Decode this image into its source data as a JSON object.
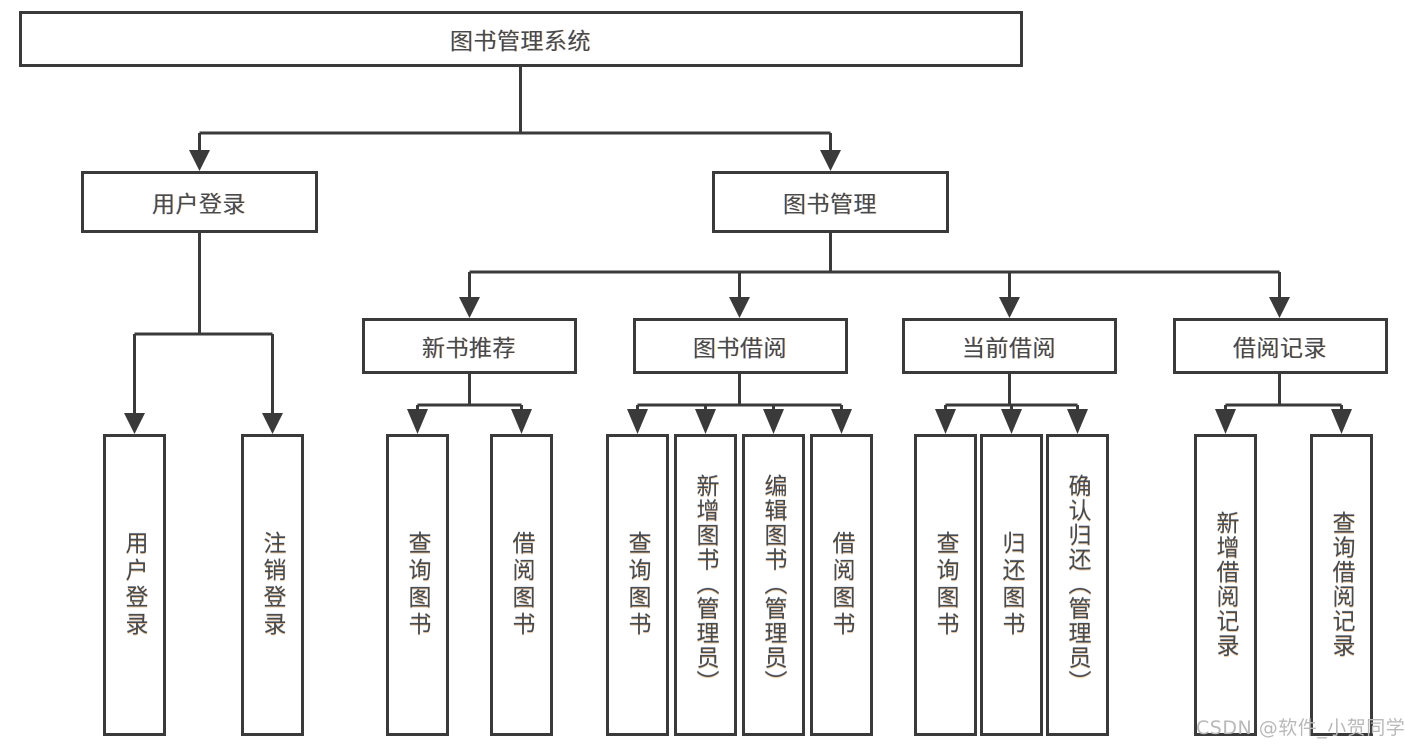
{
  "diagram": {
    "type": "tree-hierarchy-chart",
    "title": "图书管理系统",
    "orientation": "top-down",
    "line_color": "#3a3a3a",
    "text_color": "#4a4a4a",
    "background_color": "#ffffff",
    "root": {
      "id": "root",
      "label": "图书管理系统"
    },
    "level1": [
      {
        "id": "user-login",
        "label": "用户登录"
      },
      {
        "id": "book-management",
        "label": "图书管理"
      }
    ],
    "level2": [
      {
        "id": "new-book-recommend",
        "label": "新书推荐",
        "parent": "book-management"
      },
      {
        "id": "book-borrow",
        "label": "图书借阅",
        "parent": "book-management"
      },
      {
        "id": "current-borrow",
        "label": "当前借阅",
        "parent": "book-management"
      },
      {
        "id": "borrow-record",
        "label": "借阅记录",
        "parent": "book-management"
      }
    ],
    "leaves": {
      "user-login": [
        {
          "id": "leaf-user-login",
          "label": "用户登录"
        },
        {
          "id": "leaf-user-logout",
          "label": "注销登录"
        }
      ],
      "new-book-recommend": [
        {
          "id": "leaf-query-book-1",
          "label": "查询图书"
        },
        {
          "id": "leaf-borrow-book-1",
          "label": "借阅图书"
        }
      ],
      "book-borrow": [
        {
          "id": "leaf-query-book-2",
          "label": "查询图书"
        },
        {
          "id": "leaf-add-book",
          "label": "新增图书（管理员）"
        },
        {
          "id": "leaf-edit-book",
          "label": "编辑图书（管理员）"
        },
        {
          "id": "leaf-borrow-book-2",
          "label": "借阅图书"
        }
      ],
      "current-borrow": [
        {
          "id": "leaf-query-book-3",
          "label": "查询图书"
        },
        {
          "id": "leaf-return-book",
          "label": "归还图书"
        },
        {
          "id": "leaf-confirm-return",
          "label": "确认归还（管理员）"
        }
      ],
      "borrow-record": [
        {
          "id": "leaf-add-record",
          "label": "新增借阅记录"
        },
        {
          "id": "leaf-query-record",
          "label": "查询借阅记录"
        }
      ]
    }
  },
  "watermark": {
    "text": "CSDN @软件_小贺同学"
  }
}
